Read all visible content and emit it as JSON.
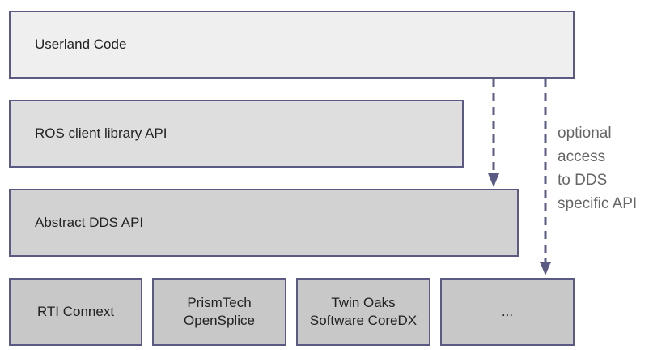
{
  "layers": {
    "userland": "Userland Code",
    "ros_client": "ROS client library API",
    "abstract_dds": "Abstract DDS API"
  },
  "implementations": [
    "RTI Connext",
    "PrismTech\nOpenSplice",
    "Twin Oaks\nSoftware CoreDX",
    "..."
  ],
  "annotation": "optional\naccess\nto DDS\nspecific API",
  "colors": {
    "border": "#5a5a85",
    "arrow": "#5a5a85",
    "layer_fills": [
      "#efefef",
      "#dedede",
      "#d2d2d2",
      "#c8c8c8"
    ]
  }
}
